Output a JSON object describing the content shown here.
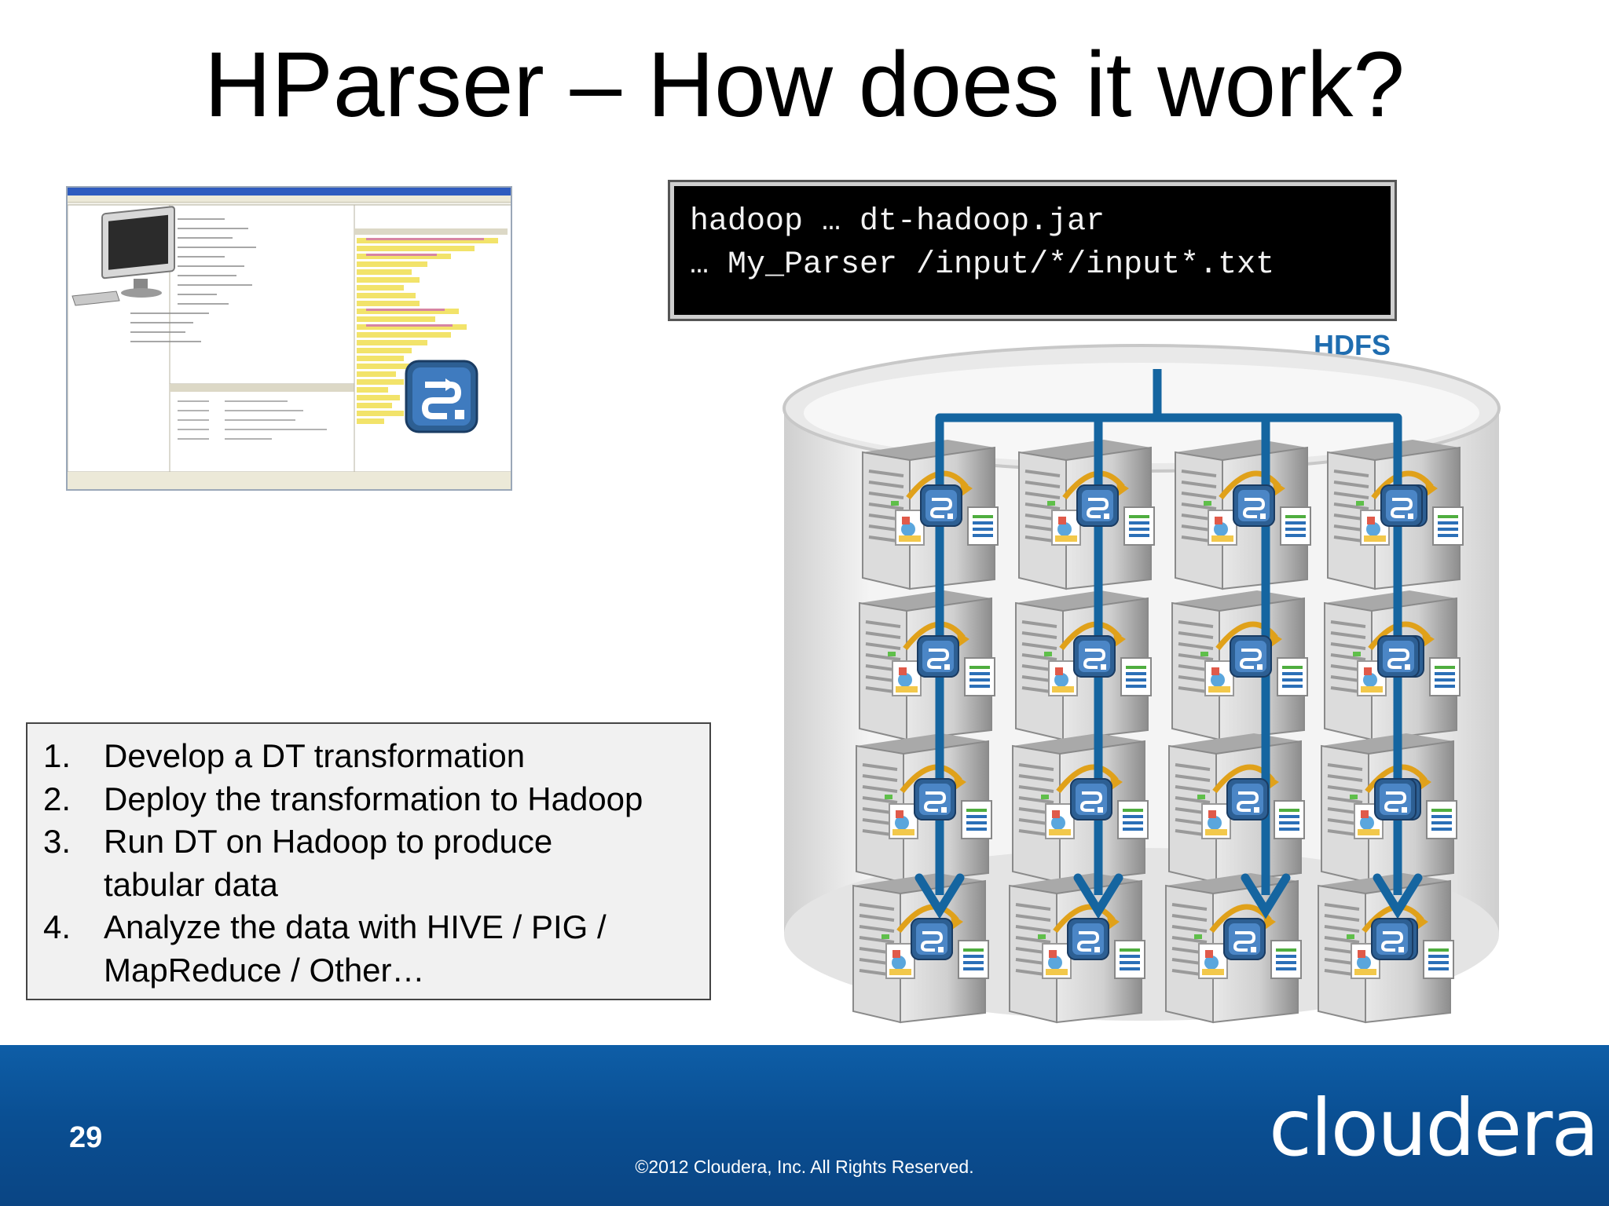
{
  "slide": {
    "title": "HParser – How does it work?",
    "command_line_1": "hadoop … dt-hadoop.jar",
    "command_line_2": "… My_Parser /input/*/input*.txt",
    "hdfs_label": "HDFS",
    "steps": [
      {
        "num": "1.",
        "text": "Develop a DT transformation"
      },
      {
        "num": "2.",
        "text": "Deploy the transformation to Hadoop"
      },
      {
        "num": "3.",
        "text": "Run DT on Hadoop to produce tabular data"
      },
      {
        "num": "4.",
        "text": "Analyze the data with HIVE / PIG / MapReduce / Other…"
      }
    ],
    "page_number": "29",
    "copyright": "©2012 Cloudera, Inc. All Rights Reserved.",
    "logo_text": "cloudera"
  },
  "colors": {
    "accent_blue": "#1f6db0",
    "arrow_blue": "#1565a0",
    "footer_blue": "#0b4f93"
  },
  "icons": [
    "desktop-computer-icon",
    "transformation-icon",
    "server-icon",
    "document-icon",
    "image-file-icon"
  ]
}
